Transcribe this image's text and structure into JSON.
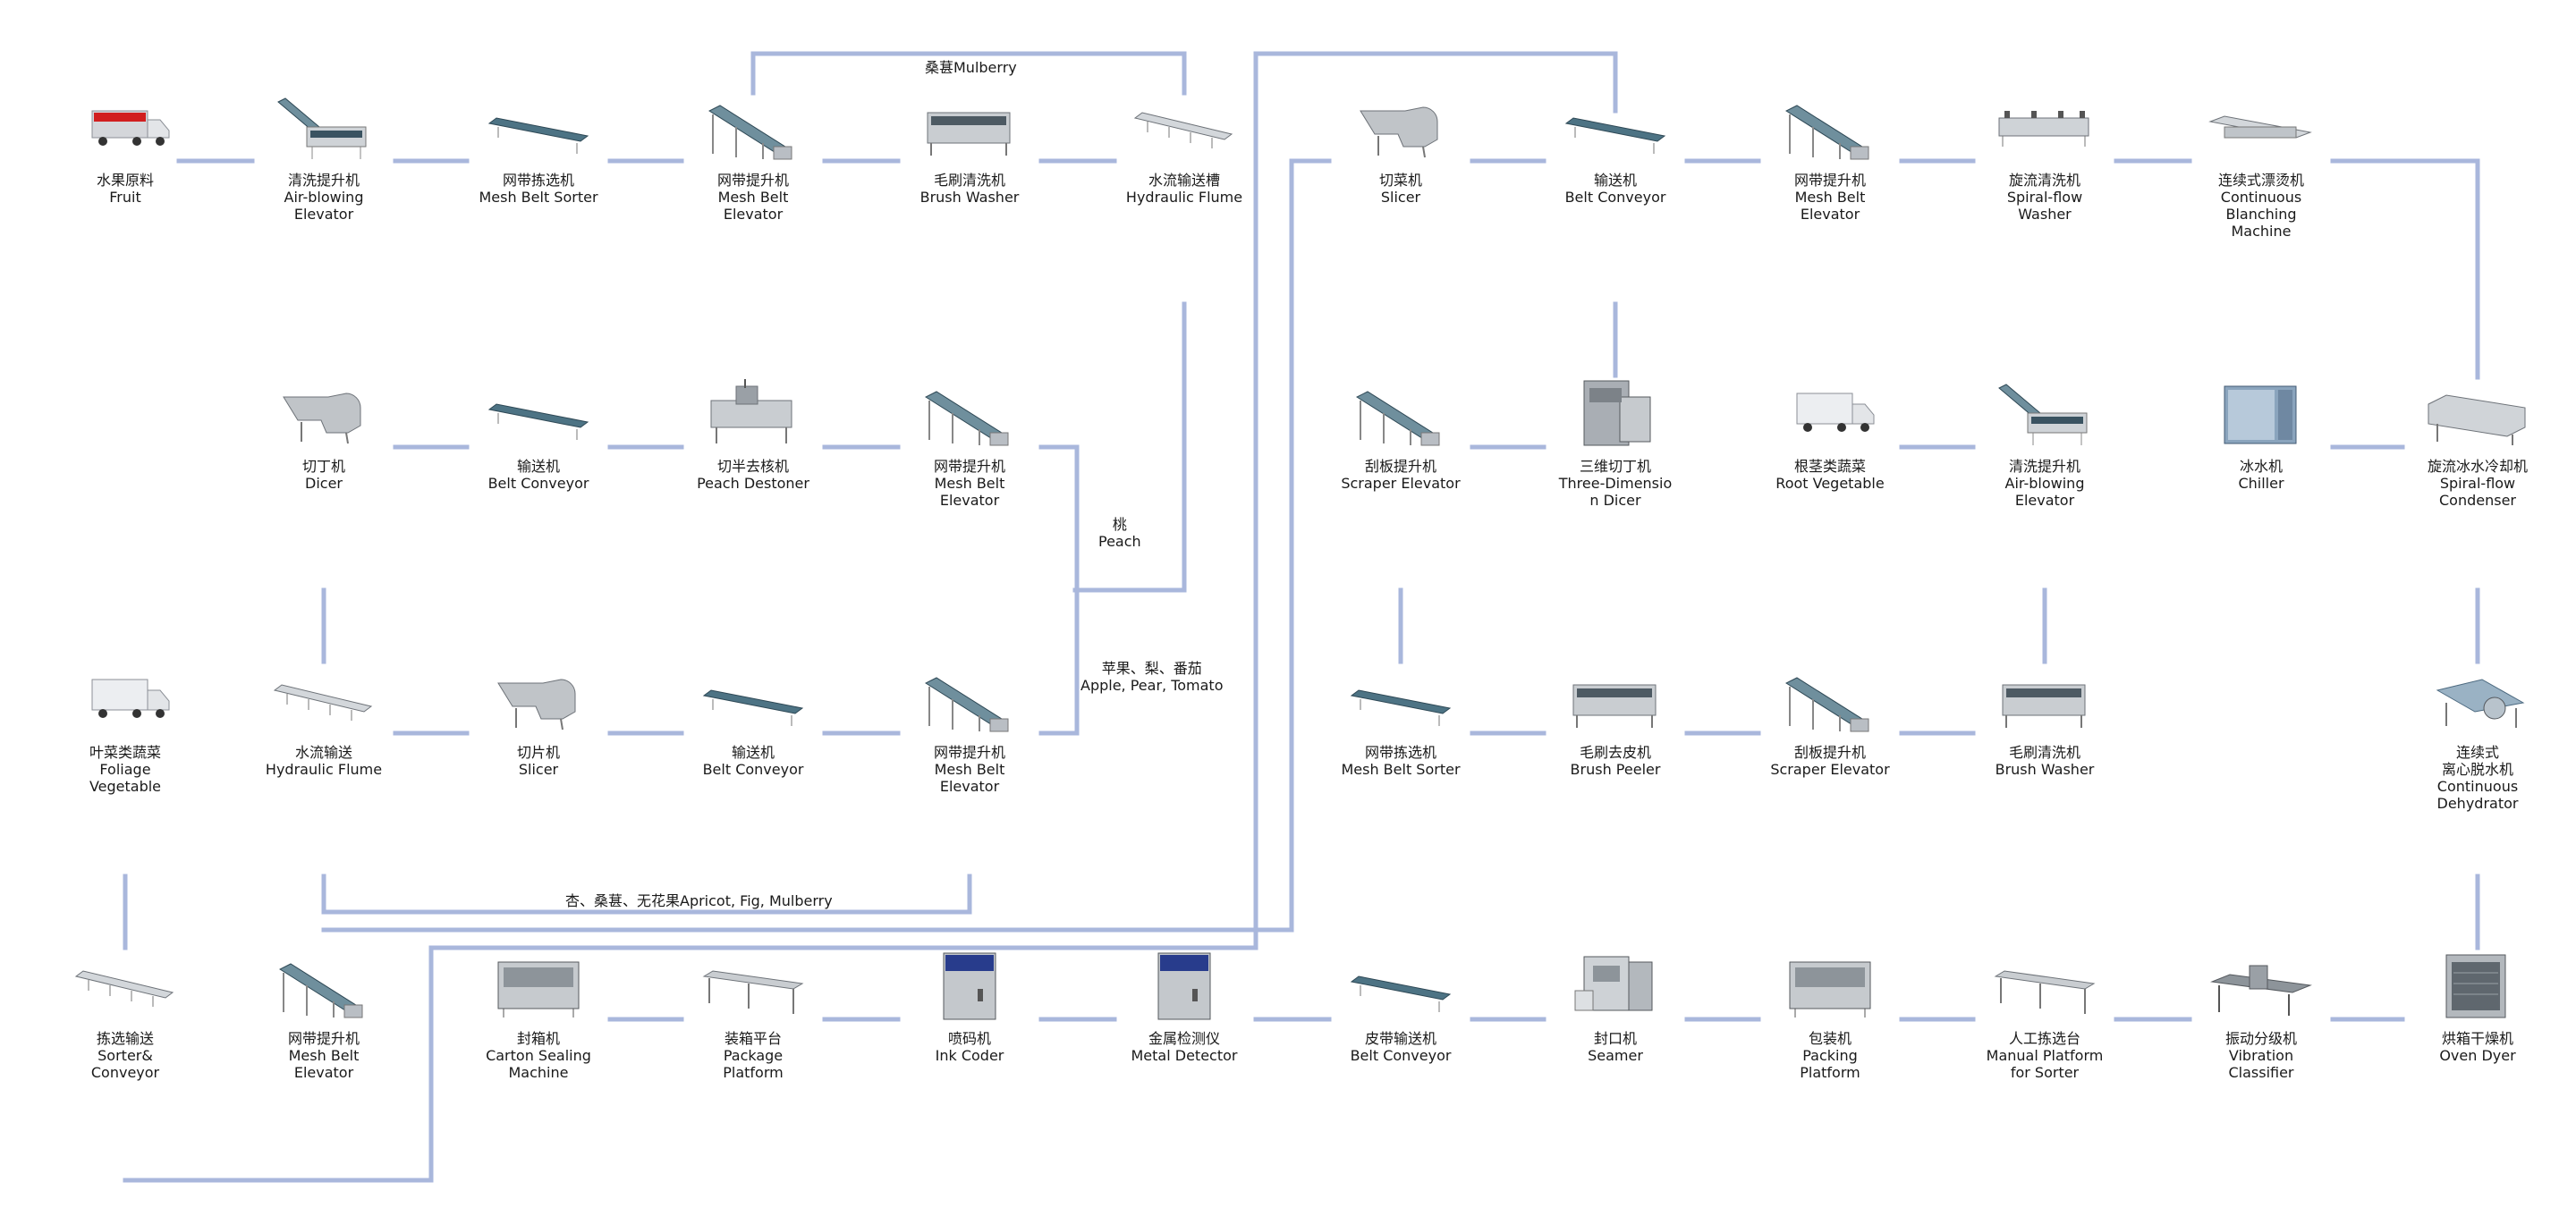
{
  "accent_line_color": "#a9b7dc",
  "machines": [
    {
      "id": "fruit",
      "icon": "truck-red-icon",
      "lines": [
        "水果原料",
        "Fruit"
      ]
    },
    {
      "id": "air-blowing-elevator-1",
      "icon": "washer-elevator-icon",
      "lines": [
        "清洗提升机",
        "Air-blowing",
        "Elevator"
      ]
    },
    {
      "id": "mesh-belt-sorter-1",
      "icon": "belt-conveyor-icon",
      "lines": [
        "网带拣选机",
        "Mesh Belt Sorter"
      ]
    },
    {
      "id": "mesh-belt-elevator-1",
      "icon": "incline-elevator-icon",
      "lines": [
        "网带提升机",
        "Mesh Belt",
        "Elevator"
      ]
    },
    {
      "id": "brush-washer-1",
      "icon": "brush-washer-icon",
      "lines": [
        "毛刷清洗机",
        "Brush Washer"
      ]
    },
    {
      "id": "hydraulic-flume-1",
      "icon": "flume-icon",
      "lines": [
        "水流输送槽",
        "Hydraulic Flume"
      ]
    },
    {
      "id": "slicer-1",
      "icon": "slicer-icon",
      "lines": [
        "切菜机",
        "Slicer"
      ]
    },
    {
      "id": "belt-conveyor-1",
      "icon": "belt-conveyor-icon",
      "lines": [
        "输送机",
        "Belt Conveyor"
      ]
    },
    {
      "id": "mesh-belt-elevator-2",
      "icon": "incline-elevator-icon",
      "lines": [
        "网带提升机",
        "Mesh Belt",
        "Elevator"
      ]
    },
    {
      "id": "spiral-flow-washer",
      "icon": "spiral-washer-icon",
      "lines": [
        "旋流清洗机",
        "Spiral-flow",
        "Washer"
      ]
    },
    {
      "id": "blanching-machine",
      "icon": "blancher-icon",
      "lines": [
        "连续式漂烫机",
        "Continuous",
        "Blanching",
        "Machine"
      ]
    },
    {
      "id": "dicer",
      "icon": "slicer-icon",
      "lines": [
        "切丁机",
        "Dicer"
      ]
    },
    {
      "id": "belt-conveyor-2",
      "icon": "belt-conveyor-icon",
      "lines": [
        "输送机",
        "Belt Conveyor"
      ]
    },
    {
      "id": "peach-destoner",
      "icon": "destoner-icon",
      "lines": [
        "切半去核机",
        "Peach Destoner"
      ]
    },
    {
      "id": "mesh-belt-elevator-3",
      "icon": "incline-elevator-icon",
      "lines": [
        "网带提升机",
        "Mesh Belt",
        "Elevator"
      ]
    },
    {
      "id": "scraper-elevator-1",
      "icon": "incline-elevator-icon",
      "lines": [
        "刮板提升机",
        "Scraper Elevator"
      ]
    },
    {
      "id": "three-dimension-dicer",
      "icon": "cabinet-dicer-icon",
      "lines": [
        "三维切丁机",
        "Three-Dimensio",
        "n Dicer"
      ]
    },
    {
      "id": "root-vegetable",
      "icon": "truck-white-icon",
      "lines": [
        "根茎类蔬菜",
        "Root Vegetable"
      ]
    },
    {
      "id": "air-blowing-elevator-2",
      "icon": "washer-elevator-icon",
      "lines": [
        "清洗提升机",
        "Air-blowing",
        "Elevator"
      ]
    },
    {
      "id": "chiller",
      "icon": "chiller-icon",
      "lines": [
        "冰水机",
        "Chiller"
      ]
    },
    {
      "id": "spiral-flow-condenser",
      "icon": "condenser-icon",
      "lines": [
        "旋流冰水冷却机",
        "Spiral-flow",
        "Condenser"
      ]
    },
    {
      "id": "foliage-vegetable",
      "icon": "truck-white-icon",
      "lines": [
        "叶菜类蔬菜",
        "Foliage",
        "Vegetable"
      ]
    },
    {
      "id": "hydraulic-flume-2",
      "icon": "flume-icon",
      "lines": [
        "水流输送",
        "Hydraulic Flume"
      ]
    },
    {
      "id": "slicer-2",
      "icon": "slicer-icon",
      "lines": [
        "切片机",
        "Slicer"
      ]
    },
    {
      "id": "belt-conveyor-3",
      "icon": "belt-conveyor-icon",
      "lines": [
        "输送机",
        "Belt Conveyor"
      ]
    },
    {
      "id": "mesh-belt-elevator-4",
      "icon": "incline-elevator-icon",
      "lines": [
        "网带提升机",
        "Mesh Belt",
        "Elevator"
      ]
    },
    {
      "id": "mesh-belt-sorter-2",
      "icon": "belt-conveyor-icon",
      "lines": [
        "网带拣选机",
        "Mesh Belt Sorter"
      ]
    },
    {
      "id": "brush-peeler",
      "icon": "brush-washer-icon",
      "lines": [
        "毛刷去皮机",
        "Brush Peeler"
      ]
    },
    {
      "id": "scraper-elevator-2",
      "icon": "incline-elevator-icon",
      "lines": [
        "刮板提升机",
        "Scraper Elevator"
      ]
    },
    {
      "id": "brush-washer-2",
      "icon": "brush-washer-icon",
      "lines": [
        "毛刷清洗机",
        "Brush Washer"
      ]
    },
    {
      "id": "dehydrator",
      "icon": "dehydrator-icon",
      "lines": [
        "连续式",
        "离心脱水机",
        "Continuous",
        "Dehydrator"
      ]
    },
    {
      "id": "sorter-conveyor",
      "icon": "flume-icon",
      "lines": [
        "拣选输送",
        "Sorter&",
        "Conveyor"
      ]
    },
    {
      "id": "mesh-belt-elevator-5",
      "icon": "incline-elevator-icon",
      "lines": [
        "网带提升机",
        "Mesh Belt",
        "Elevator"
      ]
    },
    {
      "id": "carton-sealing",
      "icon": "packer-icon",
      "lines": [
        "封箱机",
        "Carton Sealing",
        "Machine"
      ]
    },
    {
      "id": "package-platform",
      "icon": "platform-icon",
      "lines": [
        "装箱平台",
        "Package",
        "Platform"
      ]
    },
    {
      "id": "ink-coder",
      "icon": "detector-icon",
      "lines": [
        "喷码机",
        "Ink Coder"
      ]
    },
    {
      "id": "metal-detector",
      "icon": "detector-icon",
      "lines": [
        "金属检测仪",
        "Metal Detector"
      ]
    },
    {
      "id": "belt-conveyor-4",
      "icon": "belt-conveyor-icon",
      "lines": [
        "皮带输送机",
        "Belt Conveyor"
      ]
    },
    {
      "id": "seamer",
      "icon": "seamer-icon",
      "lines": [
        "封口机",
        "Seamer"
      ]
    },
    {
      "id": "packing-platform",
      "icon": "packer-icon",
      "lines": [
        "包装机",
        "Packing",
        "Platform"
      ]
    },
    {
      "id": "manual-platform",
      "icon": "platform-icon",
      "lines": [
        "人工拣选台",
        "Manual Platform",
        "for Sorter"
      ]
    },
    {
      "id": "vibration-classifier",
      "icon": "classifier-icon",
      "lines": [
        "振动分级机",
        "Vibration",
        "Classifier"
      ]
    },
    {
      "id": "oven-dryer",
      "icon": "oven-icon",
      "lines": [
        "烘箱干燥机",
        "Oven Dyer"
      ]
    }
  ],
  "notes": {
    "mulberry": "桑葚Mulberry",
    "peach": [
      "桃",
      "Peach"
    ],
    "apple_pear_tomato": [
      "苹果、梨、番茄",
      "Apple, Pear, Tomato"
    ],
    "apricot_fig_mulberry": "杏、桑葚、无花果Apricot, Fig, Mulberry"
  }
}
